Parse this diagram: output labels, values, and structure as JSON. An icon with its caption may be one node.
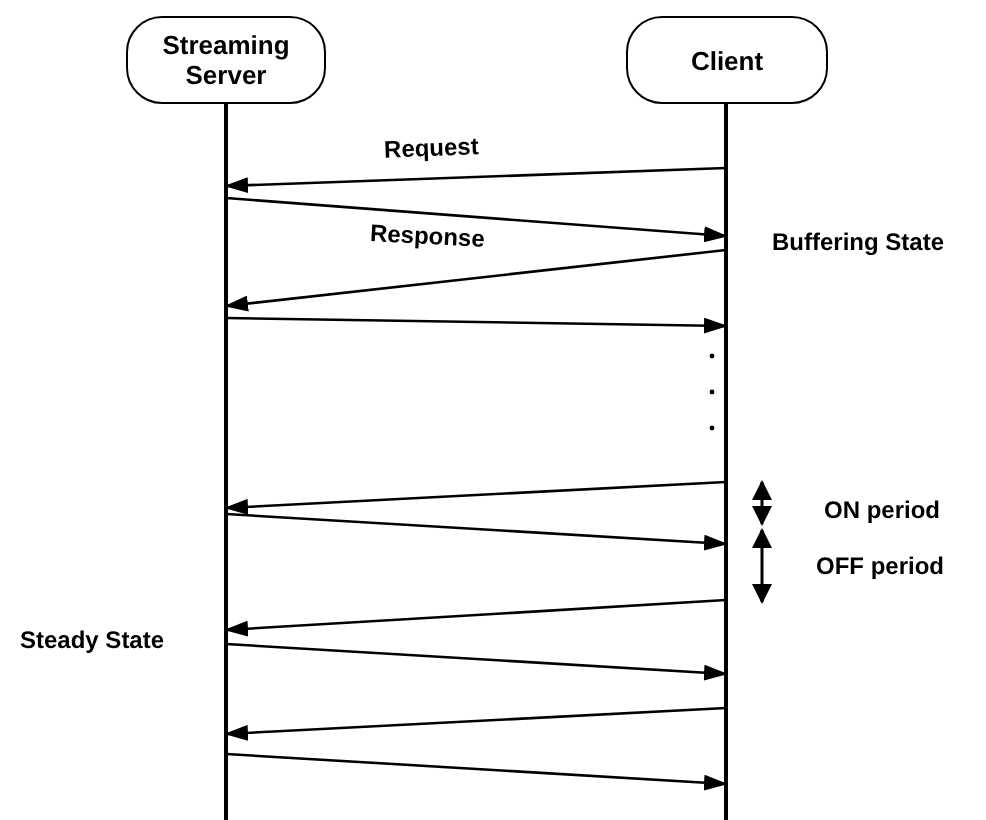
{
  "diagram": {
    "nodes": [
      {
        "text": [
          "Streaming Server"
        ]
      },
      {
        "text": [
          "Client"
        ]
      },
      {
        "text": [],
        "shape": "bar"
      },
      {
        "text": [],
        "shape": "bar"
      }
    ],
    "edges": [
      {
        "from": 3,
        "to": 2,
        "arrow": "to",
        "label": "Request"
      },
      {
        "from": 2,
        "to": 3,
        "arrow": "to",
        "label": "Response"
      },
      {
        "from": 3,
        "to": 2,
        "arrow": "to"
      },
      {
        "from": 2,
        "to": 3,
        "arrow": "to"
      },
      {
        "from": 3,
        "to": 2,
        "arrow": "to"
      },
      {
        "from": 2,
        "to": 3,
        "arrow": "to"
      },
      {
        "from": 3,
        "to": 2,
        "arrow": "to"
      },
      {
        "from": 2,
        "to": 3,
        "arrow": "to"
      },
      {
        "from": 3,
        "to": 2,
        "arrow": "to"
      },
      {
        "from": 2,
        "to": 3,
        "arrow": "to"
      }
    ],
    "labels": [
      "Buffering State",
      "ON period",
      "OFF period",
      "Steady State"
    ]
  }
}
